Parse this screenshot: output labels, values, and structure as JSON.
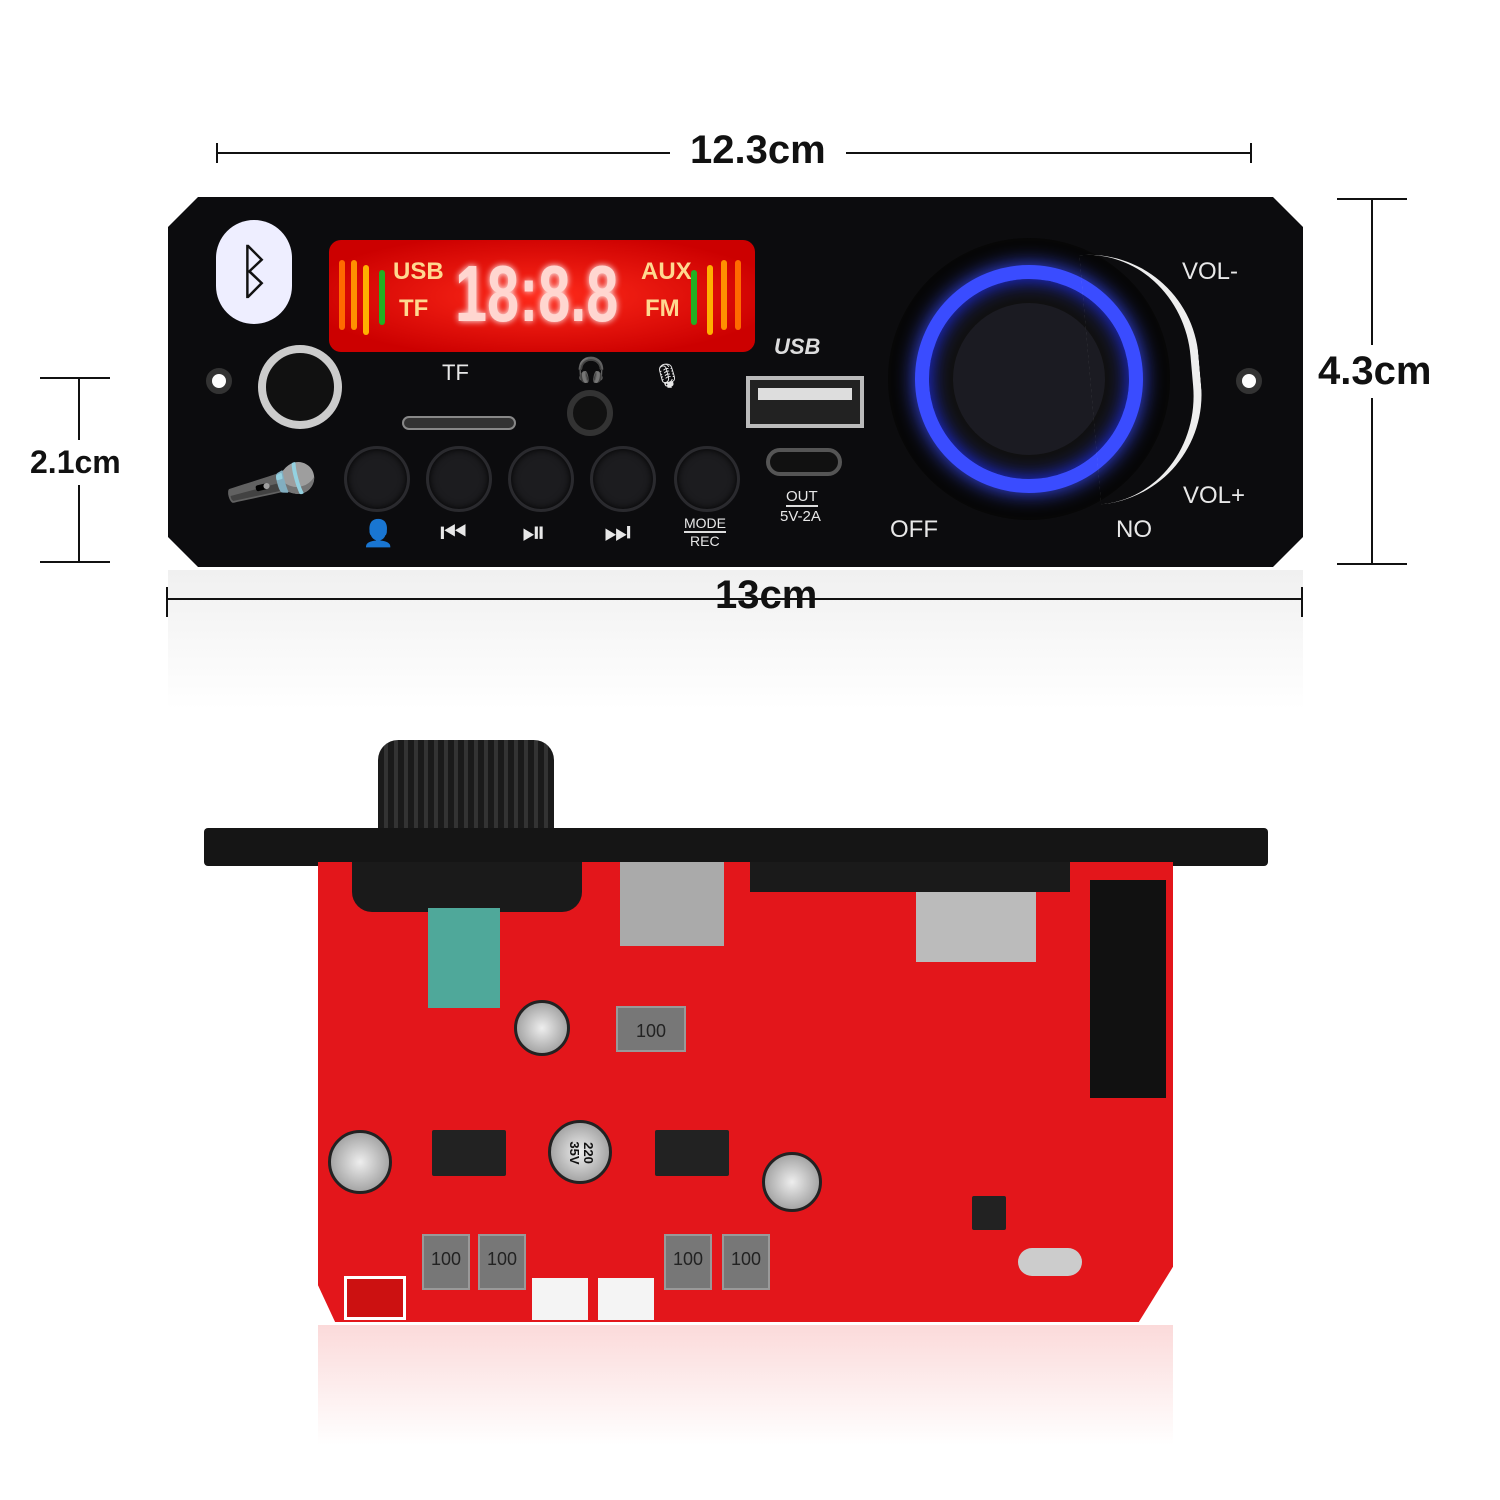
{
  "dimensions": {
    "top_width": "12.3cm",
    "height": "4.3cm",
    "depth": "2.1cm",
    "total_width": "13cm"
  },
  "display": {
    "digits": "18:8.8",
    "left_top": "USB",
    "left_bottom": "TF",
    "right_top": "AUX",
    "right_bottom": "FM",
    "bar_colors": [
      "#ff6a00",
      "#ffb000",
      "#22b022"
    ]
  },
  "panel": {
    "tf_label": "TF",
    "usb_logo": "USB",
    "out_label": "OUT",
    "out_spec": "5V-2A",
    "mode_label": "MODE",
    "rec_label": "REC",
    "off_label": "OFF",
    "on_label": "NO",
    "vol_minus": "VOL-",
    "vol_plus": "VOL+",
    "knob_ring_color": "#3a4cff"
  },
  "buttons": [
    {
      "icon": "voice-changer-icon",
      "glyph": "👤"
    },
    {
      "icon": "previous-icon",
      "glyph": "⏮"
    },
    {
      "icon": "play-pause-icon",
      "glyph": "⏯"
    },
    {
      "icon": "next-icon",
      "glyph": "⏭"
    },
    {
      "icon": "mode-rec-icon",
      "glyph": ""
    }
  ],
  "pcb": {
    "inductor_label": "100",
    "cap_label": "220\n35V",
    "color": "#e3161b"
  }
}
